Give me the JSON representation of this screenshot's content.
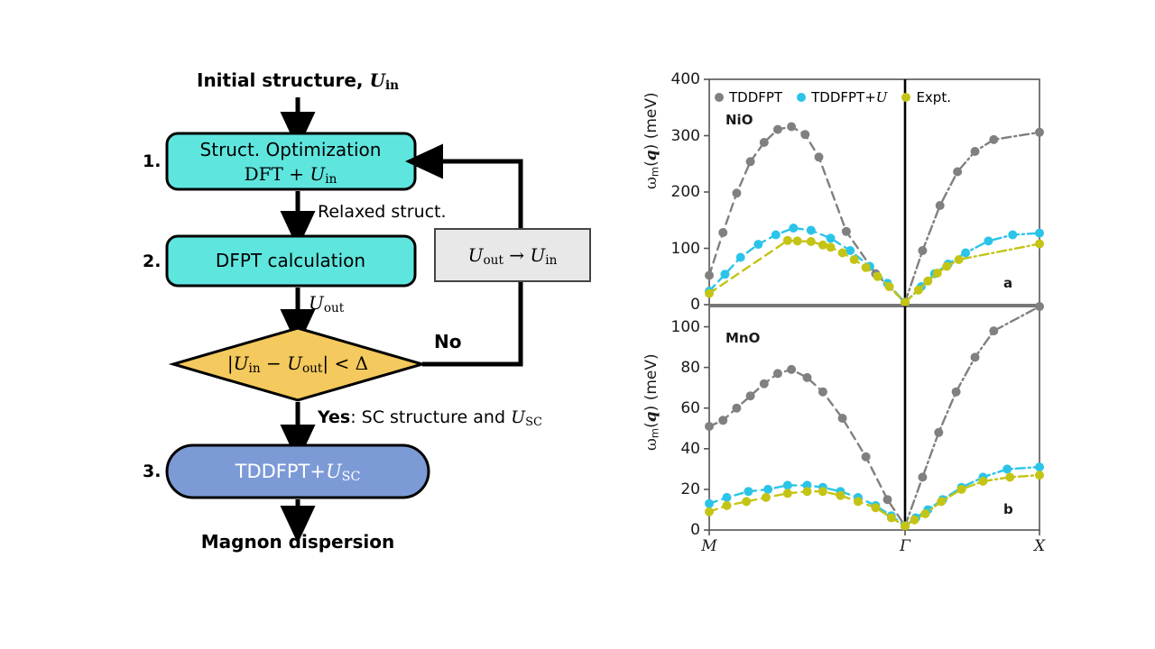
{
  "figure": {
    "panels": [
      "flowchart",
      "magnon-dispersion"
    ]
  },
  "flowchart": {
    "title_top": "Initial structure,",
    "title_top_sym": "U",
    "title_top_sub": "in",
    "steps": [
      {
        "num": "1.",
        "line1": "Struct. Optimization",
        "line2_pre": "DFT + ",
        "line2_sym": "U",
        "line2_sub": "in"
      },
      {
        "num": "2.",
        "line1": "DFPT calculation"
      },
      {
        "num": "3.",
        "line1_pre": "TDDFPT+",
        "line1_sym": "U",
        "line1_sub": "SC"
      }
    ],
    "edge_relaxed": "Relaxed struct.",
    "edge_uout_sym": "U",
    "edge_uout_sub": "out",
    "feedback_box": {
      "left_sym": "U",
      "left_sub": "out",
      "arrow": "→",
      "right_sym": "U",
      "right_sub": "in"
    },
    "decision": {
      "bar_open": "|",
      "a_sym": "U",
      "a_sub": "in",
      "minus": "−",
      "b_sym": "U",
      "b_sub": "out",
      "bar_close": "|",
      "lt": "<",
      "delta": "Δ"
    },
    "branch_no": "No",
    "branch_yes_bold": "Yes",
    "branch_yes_rest": ": SC structure and",
    "branch_yes_sym": "U",
    "branch_yes_sub": "SC",
    "output": "Magnon dispersion",
    "colors": {
      "teal": "#5EE6DE",
      "yellow": "#F2C council",
      "yellow_fill": "#F4C95D",
      "blue": "#7C9AD6",
      "gray_box": "#E8E8E8",
      "stroke": "#000000"
    }
  },
  "chart_data": {
    "type": "line",
    "title": "",
    "xlabel": "",
    "ylabel": "ωm(q) (meV)",
    "xticks": [
      "M",
      "Γ",
      "X"
    ],
    "legend": [
      {
        "name": "TDDFPT",
        "color": "#808080"
      },
      {
        "name": "TDDFPT+U",
        "color": "#2BC4E8"
      },
      {
        "name": "Expt.",
        "color": "#C4C416"
      }
    ],
    "legend_position": "top-left",
    "grid": false,
    "panels": [
      {
        "tag": "a",
        "material": "NiO",
        "ylabel": "ωm(q) (meV)",
        "ylim": [
          0,
          400
        ],
        "yticks": [
          0,
          100,
          200,
          300,
          400
        ],
        "xticks": [
          "M",
          "Γ",
          "X"
        ],
        "series": [
          {
            "name": "TDDFPT",
            "color": "#808080",
            "linestyle": "dashed",
            "points_MG": [
              {
                "x": 0.0,
                "y": 52
              },
              {
                "x": 0.07,
                "y": 128
              },
              {
                "x": 0.14,
                "y": 198
              },
              {
                "x": 0.21,
                "y": 254
              },
              {
                "x": 0.28,
                "y": 288
              },
              {
                "x": 0.35,
                "y": 311
              },
              {
                "x": 0.42,
                "y": 316
              },
              {
                "x": 0.49,
                "y": 302
              },
              {
                "x": 0.56,
                "y": 262
              },
              {
                "x": 0.7,
                "y": 130
              },
              {
                "x": 0.85,
                "y": 55
              },
              {
                "x": 1.0,
                "y": 4
              }
            ],
            "points_GX": [
              {
                "x": 0.0,
                "y": 4
              },
              {
                "x": 0.13,
                "y": 96
              },
              {
                "x": 0.26,
                "y": 176
              },
              {
                "x": 0.39,
                "y": 236
              },
              {
                "x": 0.52,
                "y": 272
              },
              {
                "x": 0.66,
                "y": 293
              },
              {
                "x": 1.0,
                "y": 306
              }
            ]
          },
          {
            "name": "TDDFPT+U",
            "color": "#2BC4E8",
            "linestyle": "dashed",
            "points_MG": [
              {
                "x": 0.0,
                "y": 24
              },
              {
                "x": 0.08,
                "y": 54
              },
              {
                "x": 0.16,
                "y": 84
              },
              {
                "x": 0.25,
                "y": 107
              },
              {
                "x": 0.34,
                "y": 124
              },
              {
                "x": 0.43,
                "y": 136
              },
              {
                "x": 0.52,
                "y": 132
              },
              {
                "x": 0.62,
                "y": 118
              },
              {
                "x": 0.72,
                "y": 96
              },
              {
                "x": 0.82,
                "y": 68
              },
              {
                "x": 0.91,
                "y": 38
              },
              {
                "x": 1.0,
                "y": 4
              }
            ],
            "points_GX": [
              {
                "x": 0.0,
                "y": 4
              },
              {
                "x": 0.12,
                "y": 32
              },
              {
                "x": 0.22,
                "y": 55
              },
              {
                "x": 0.32,
                "y": 72
              },
              {
                "x": 0.45,
                "y": 92
              },
              {
                "x": 0.62,
                "y": 113
              },
              {
                "x": 0.8,
                "y": 124
              },
              {
                "x": 1.0,
                "y": 127
              }
            ]
          },
          {
            "name": "Expt.",
            "color": "#C4C416",
            "linestyle": "dashed",
            "points_MG": [
              {
                "x": 0.0,
                "y": 20
              },
              {
                "x": 0.4,
                "y": 114
              },
              {
                "x": 0.45,
                "y": 113
              },
              {
                "x": 0.52,
                "y": 112
              },
              {
                "x": 0.58,
                "y": 106
              },
              {
                "x": 0.62,
                "y": 102
              },
              {
                "x": 0.68,
                "y": 92
              },
              {
                "x": 0.74,
                "y": 80
              },
              {
                "x": 0.8,
                "y": 66
              },
              {
                "x": 0.86,
                "y": 50
              },
              {
                "x": 0.92,
                "y": 32
              },
              {
                "x": 1.0,
                "y": 4
              }
            ],
            "points_GX": [
              {
                "x": 0.0,
                "y": 4
              },
              {
                "x": 0.1,
                "y": 26
              },
              {
                "x": 0.17,
                "y": 42
              },
              {
                "x": 0.24,
                "y": 56
              },
              {
                "x": 0.31,
                "y": 68
              },
              {
                "x": 0.4,
                "y": 80
              },
              {
                "x": 1.0,
                "y": 108
              }
            ]
          }
        ]
      },
      {
        "tag": "b",
        "material": "MnO",
        "ylabel": "ωm(q) (meV)",
        "ylim": [
          0,
          110
        ],
        "yticks": [
          0,
          20,
          40,
          60,
          80,
          100
        ],
        "xticks": [
          "M",
          "Γ",
          "X"
        ],
        "series": [
          {
            "name": "TDDFPT",
            "color": "#808080",
            "linestyle": "dashed",
            "points_MG": [
              {
                "x": 0.0,
                "y": 51
              },
              {
                "x": 0.07,
                "y": 54
              },
              {
                "x": 0.14,
                "y": 60
              },
              {
                "x": 0.21,
                "y": 66
              },
              {
                "x": 0.28,
                "y": 72
              },
              {
                "x": 0.35,
                "y": 77
              },
              {
                "x": 0.42,
                "y": 79
              },
              {
                "x": 0.5,
                "y": 75
              },
              {
                "x": 0.58,
                "y": 68
              },
              {
                "x": 0.68,
                "y": 55
              },
              {
                "x": 0.8,
                "y": 36
              },
              {
                "x": 0.91,
                "y": 15
              },
              {
                "x": 1.0,
                "y": 2
              }
            ],
            "points_GX": [
              {
                "x": 0.0,
                "y": 2
              },
              {
                "x": 0.13,
                "y": 26
              },
              {
                "x": 0.25,
                "y": 48
              },
              {
                "x": 0.38,
                "y": 68
              },
              {
                "x": 0.52,
                "y": 85
              },
              {
                "x": 0.66,
                "y": 98
              },
              {
                "x": 1.0,
                "y": 110
              }
            ]
          },
          {
            "name": "TDDFPT+U",
            "color": "#2BC4E8",
            "linestyle": "dashed",
            "points_MG": [
              {
                "x": 0.0,
                "y": 13
              },
              {
                "x": 0.09,
                "y": 16
              },
              {
                "x": 0.2,
                "y": 19
              },
              {
                "x": 0.3,
                "y": 20
              },
              {
                "x": 0.4,
                "y": 22
              },
              {
                "x": 0.5,
                "y": 22
              },
              {
                "x": 0.58,
                "y": 21
              },
              {
                "x": 0.67,
                "y": 19
              },
              {
                "x": 0.76,
                "y": 16
              },
              {
                "x": 0.85,
                "y": 12
              },
              {
                "x": 0.93,
                "y": 7
              },
              {
                "x": 1.0,
                "y": 2
              }
            ],
            "points_GX": [
              {
                "x": 0.0,
                "y": 2
              },
              {
                "x": 0.08,
                "y": 6
              },
              {
                "x": 0.17,
                "y": 10
              },
              {
                "x": 0.28,
                "y": 15
              },
              {
                "x": 0.42,
                "y": 21
              },
              {
                "x": 0.58,
                "y": 26
              },
              {
                "x": 0.76,
                "y": 30
              },
              {
                "x": 1.0,
                "y": 31
              }
            ]
          },
          {
            "name": "Expt.",
            "color": "#C4C416",
            "linestyle": "dashed",
            "points_MG": [
              {
                "x": 0.0,
                "y": 9
              },
              {
                "x": 0.09,
                "y": 12
              },
              {
                "x": 0.19,
                "y": 14
              },
              {
                "x": 0.29,
                "y": 16
              },
              {
                "x": 0.4,
                "y": 18
              },
              {
                "x": 0.5,
                "y": 19
              },
              {
                "x": 0.58,
                "y": 19
              },
              {
                "x": 0.67,
                "y": 17
              },
              {
                "x": 0.76,
                "y": 14
              },
              {
                "x": 0.85,
                "y": 11
              },
              {
                "x": 0.93,
                "y": 6
              },
              {
                "x": 1.0,
                "y": 2
              }
            ],
            "points_GX": [
              {
                "x": 0.0,
                "y": 2
              },
              {
                "x": 0.07,
                "y": 5
              },
              {
                "x": 0.15,
                "y": 8
              },
              {
                "x": 0.27,
                "y": 14
              },
              {
                "x": 0.42,
                "y": 20
              },
              {
                "x": 0.58,
                "y": 24
              },
              {
                "x": 0.78,
                "y": 26
              },
              {
                "x": 1.0,
                "y": 27
              }
            ]
          }
        ]
      }
    ]
  }
}
